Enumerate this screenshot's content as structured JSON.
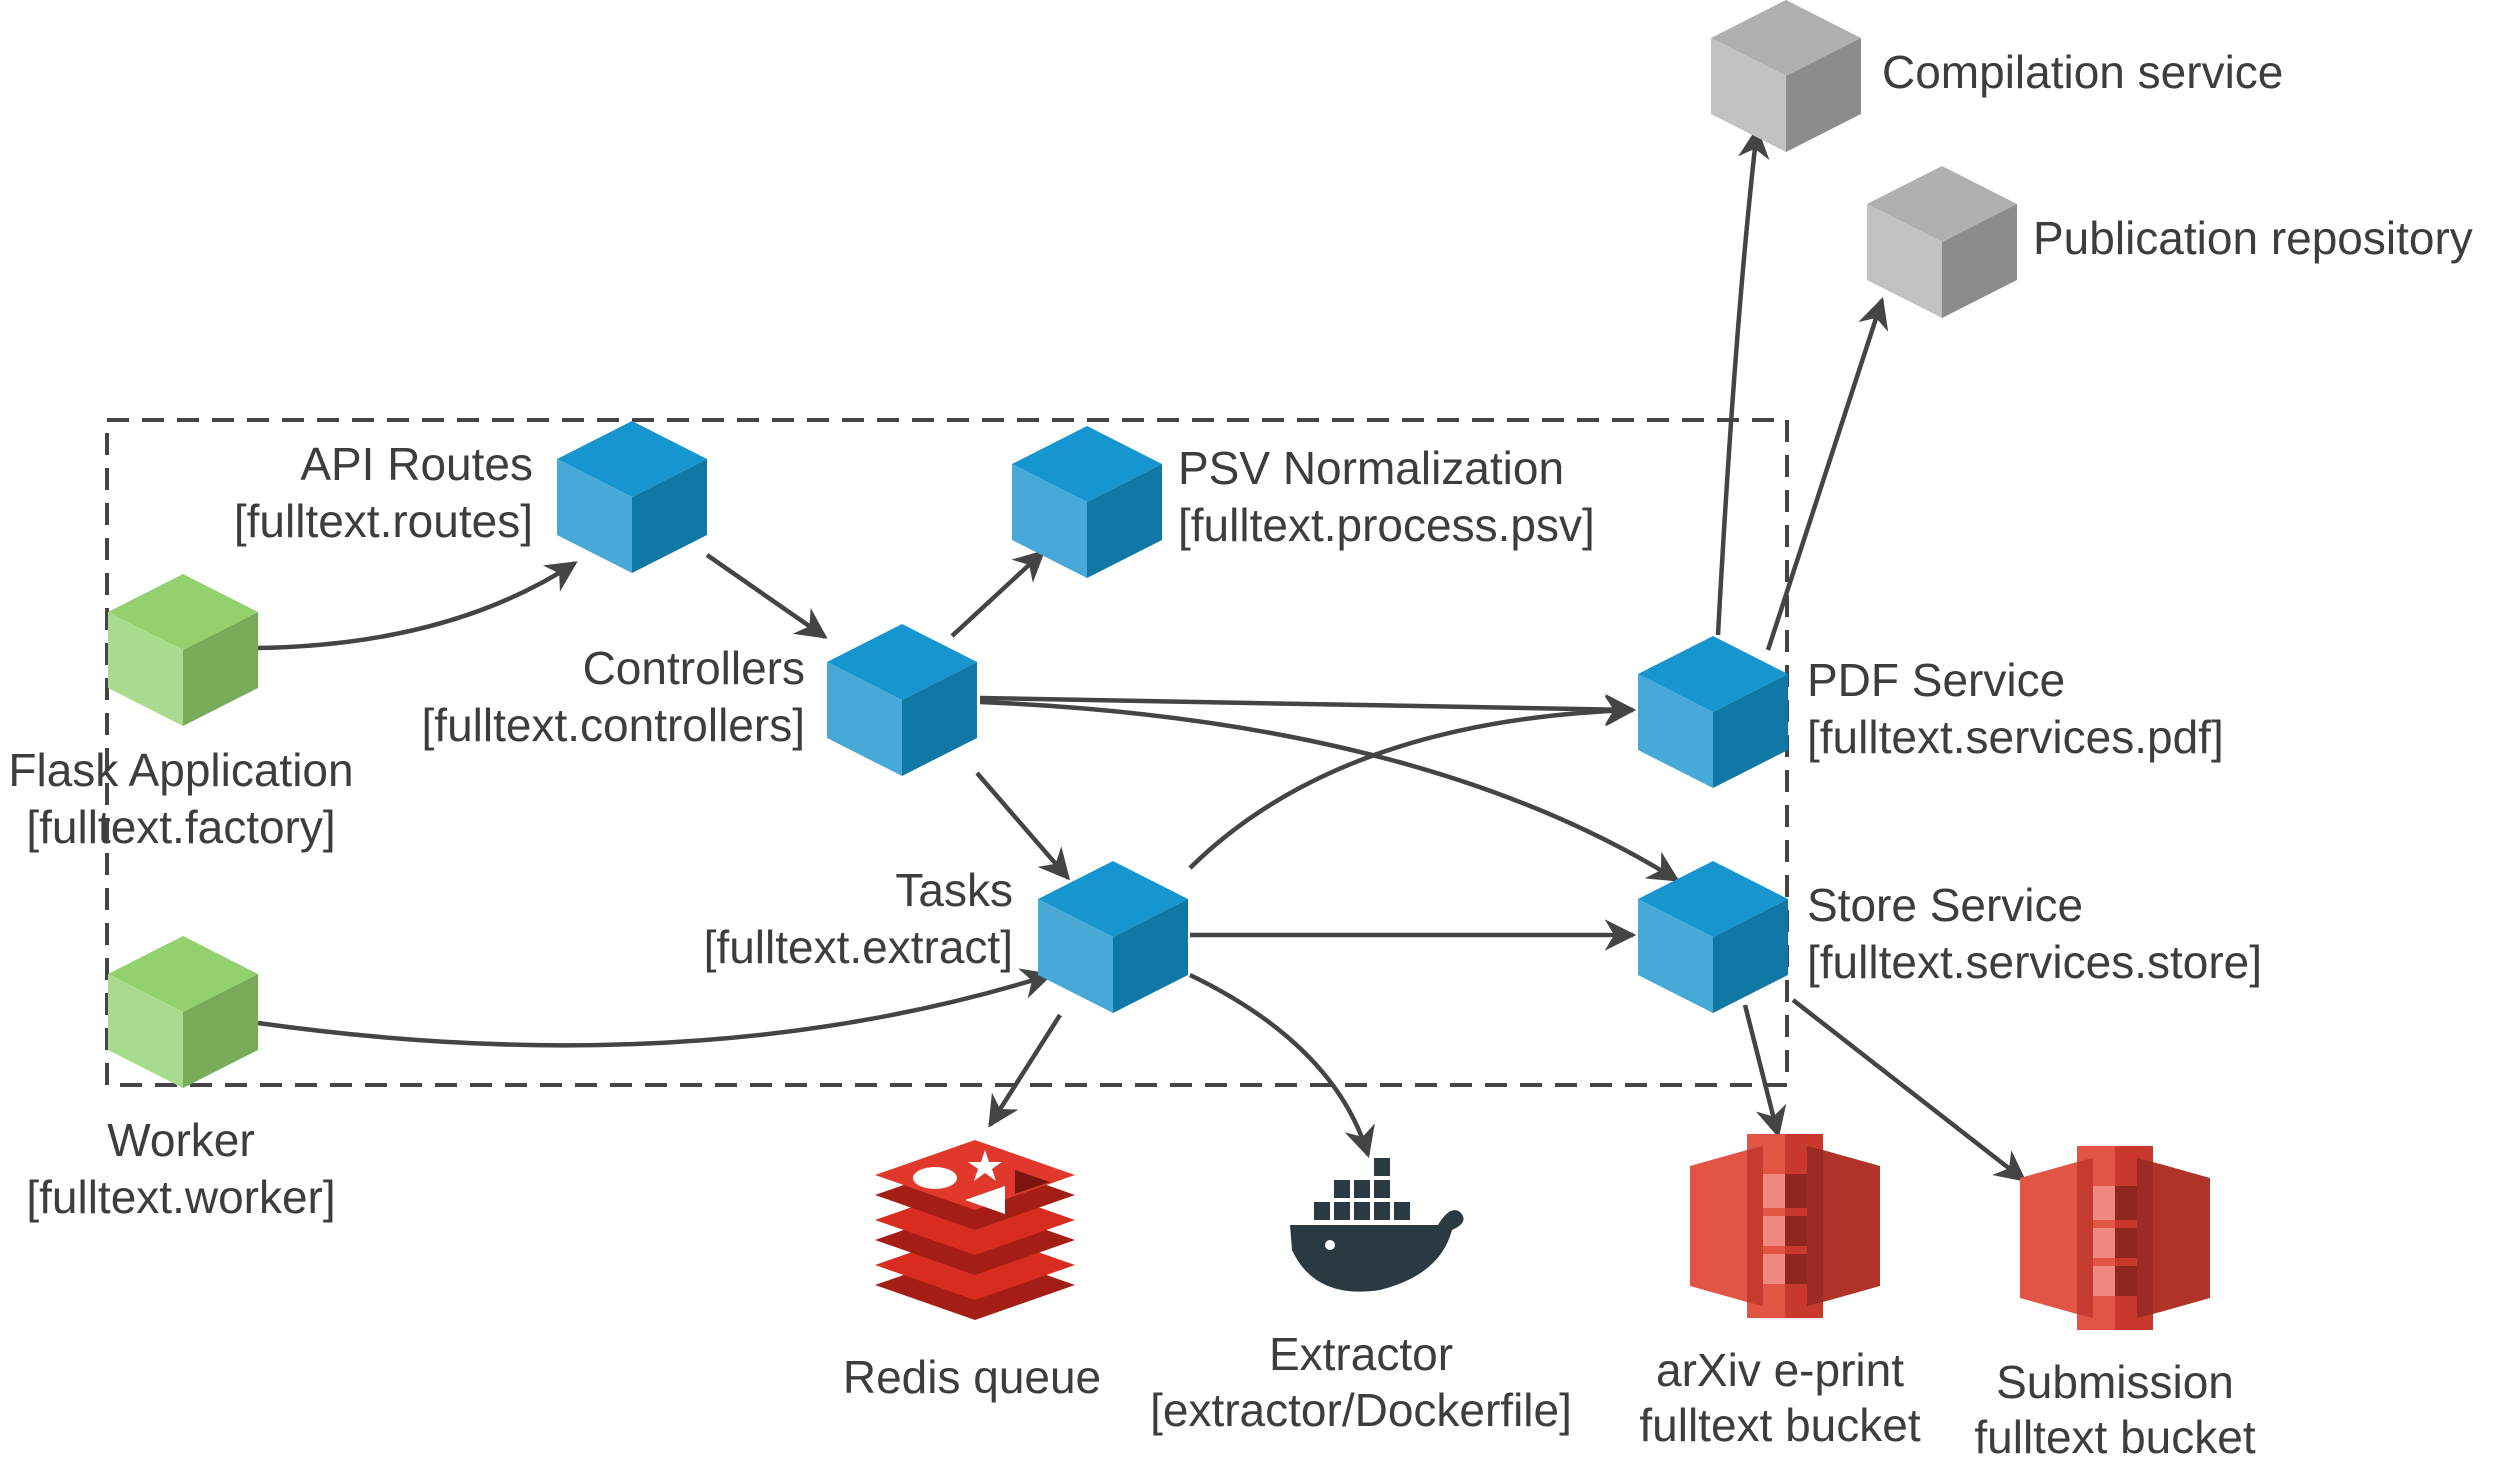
{
  "nodes": {
    "api_routes": {
      "title": "API Routes",
      "module": "[fulltext.routes]"
    },
    "psv_normalization": {
      "title": "PSV Normalization",
      "module": "[fulltext.process.psv]"
    },
    "controllers": {
      "title": "Controllers",
      "module": "[fulltext.controllers]"
    },
    "flask_application": {
      "title": "Flask Application",
      "module": "[fulltext.factory]"
    },
    "tasks": {
      "title": "Tasks",
      "module": "[fulltext.extract]"
    },
    "worker": {
      "title": "Worker",
      "module": "[fulltext.worker]"
    },
    "pdf_service": {
      "title": "PDF Service",
      "module": "[fulltext.services.pdf]"
    },
    "store_service": {
      "title": "Store Service",
      "module": "[fulltext.services.store]"
    },
    "compilation_service": {
      "title": "Compilation service"
    },
    "publication_repository": {
      "title": "Publication repository"
    },
    "redis_queue": {
      "title": "Redis queue"
    },
    "extractor": {
      "title": "Extractor",
      "module": "[extractor/Dockerfile]"
    },
    "arxiv_bucket": {
      "title": "arXiv e-print",
      "module": "fulltext bucket"
    },
    "submission_bucket": {
      "title": "Submission",
      "module": "fulltext bucket"
    }
  },
  "colors": {
    "internal_component": "#2c9fd4",
    "entry_point": "#8fcf6f",
    "external_service": "#a6a6a6",
    "aws_s3": "#e05243",
    "redis": "#d82c20",
    "docker": "#2b3a42",
    "edge": "#444444",
    "boundary": "#444444"
  },
  "icons": {
    "api_routes": "cube-icon",
    "psv_normalization": "cube-icon",
    "controllers": "cube-icon",
    "tasks": "cube-icon",
    "pdf_service": "cube-icon",
    "store_service": "cube-icon",
    "flask_application": "cube-icon",
    "worker": "cube-icon",
    "compilation_service": "cube-icon",
    "publication_repository": "cube-icon",
    "redis_queue": "redis-icon",
    "extractor": "docker-whale-icon",
    "arxiv_bucket": "s3-bucket-icon",
    "submission_bucket": "s3-bucket-icon"
  },
  "edges": [
    {
      "from": "flask_application",
      "to": "api_routes"
    },
    {
      "from": "api_routes",
      "to": "controllers"
    },
    {
      "from": "controllers",
      "to": "psv_normalization"
    },
    {
      "from": "controllers",
      "to": "pdf_service"
    },
    {
      "from": "controllers",
      "to": "store_service"
    },
    {
      "from": "controllers",
      "to": "tasks"
    },
    {
      "from": "tasks",
      "to": "pdf_service"
    },
    {
      "from": "tasks",
      "to": "store_service"
    },
    {
      "from": "worker",
      "to": "tasks"
    },
    {
      "from": "tasks",
      "to": "redis_queue"
    },
    {
      "from": "tasks",
      "to": "extractor"
    },
    {
      "from": "pdf_service",
      "to": "compilation_service"
    },
    {
      "from": "pdf_service",
      "to": "publication_repository"
    },
    {
      "from": "store_service",
      "to": "arxiv_bucket"
    },
    {
      "from": "store_service",
      "to": "submission_bucket"
    }
  ]
}
